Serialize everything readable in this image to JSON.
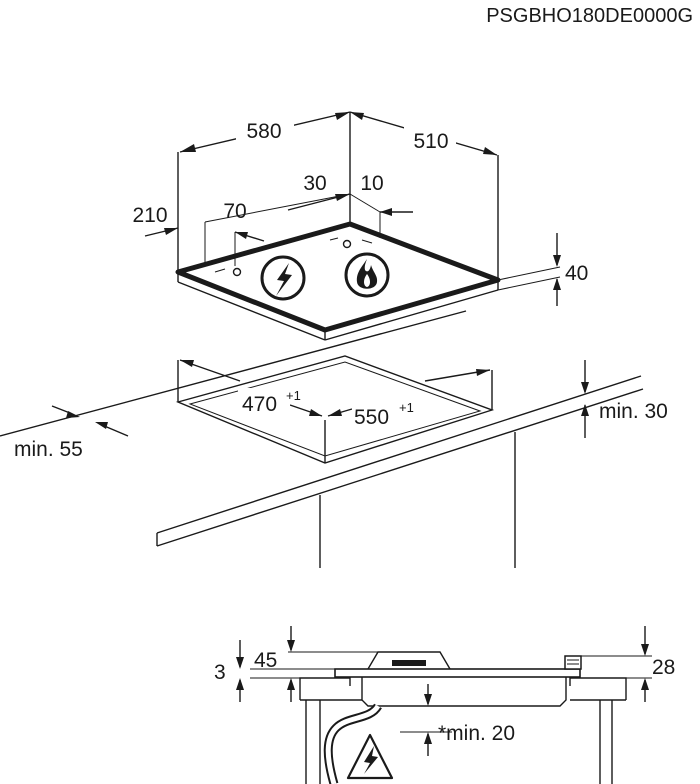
{
  "model_code": "PSGBHO180DE0000G",
  "dimensions": {
    "width": "580",
    "depth": "510",
    "height": "40",
    "front_offset": "210",
    "knob_spacing": "70",
    "rear_offset_left": "30",
    "rear_offset_right": "10"
  },
  "cutout": {
    "width": "470",
    "width_tolerance": "+1",
    "depth": "550",
    "depth_tolerance": "+1",
    "min_front_edge": "min. 55",
    "min_worktop": "min. 30"
  },
  "section": {
    "dim_3": "3",
    "dim_45": "45",
    "dim_28": "28",
    "min_below": "*min. 20"
  },
  "icons": {
    "hob_left": "electric-lightning-icon",
    "hob_right": "gas-flame-icon",
    "section": "electric-warning-icon"
  }
}
